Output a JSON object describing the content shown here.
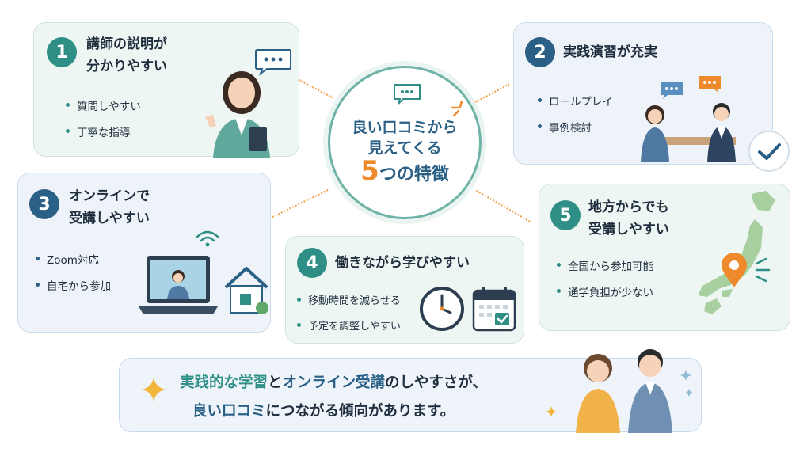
{
  "center": {
    "line1": "良い口コミから",
    "line2": "見えてくる",
    "line3_num": "5",
    "line3_rest": "つの特徴"
  },
  "features": [
    {
      "number": "1",
      "title_line1": "講師の説明が",
      "title_line2": "分かりやすい",
      "bullets": [
        "質問しやすい",
        "丁寧な指導"
      ]
    },
    {
      "number": "2",
      "title_line1": "実践演習が充実",
      "bullets": [
        "ロールプレイ",
        "事例検討"
      ]
    },
    {
      "number": "3",
      "title_line1": "オンラインで",
      "title_line2": "受講しやすい",
      "bullets": [
        "Zoom対応",
        "自宅から参加"
      ]
    },
    {
      "number": "4",
      "title_line1": "働きながら学びやすい",
      "bullets": [
        "移動時間を減らせる",
        "予定を調整しやすい"
      ]
    },
    {
      "number": "5",
      "title_line1": "地方からでも",
      "title_line2": "受講しやすい",
      "bullets": [
        "全国から参加可能",
        "通学負担が少ない"
      ]
    }
  ],
  "summary": {
    "part1": "実践的な学習",
    "part2": "と",
    "part3": "オンライン受講",
    "part4": "のしやすさが、",
    "part5": "良い口コミ",
    "part6": "につながる傾向があります。"
  },
  "colors": {
    "teal": "#2f8f86",
    "navy": "#2a5f86",
    "orange": "#ee8a2c"
  },
  "icons": [
    "speech-bubble-icon",
    "checkmark-icon",
    "wifi-icon",
    "laptop-icon",
    "house-icon",
    "clock-icon",
    "calendar-icon",
    "map-pin-icon",
    "sparkle-icon"
  ]
}
